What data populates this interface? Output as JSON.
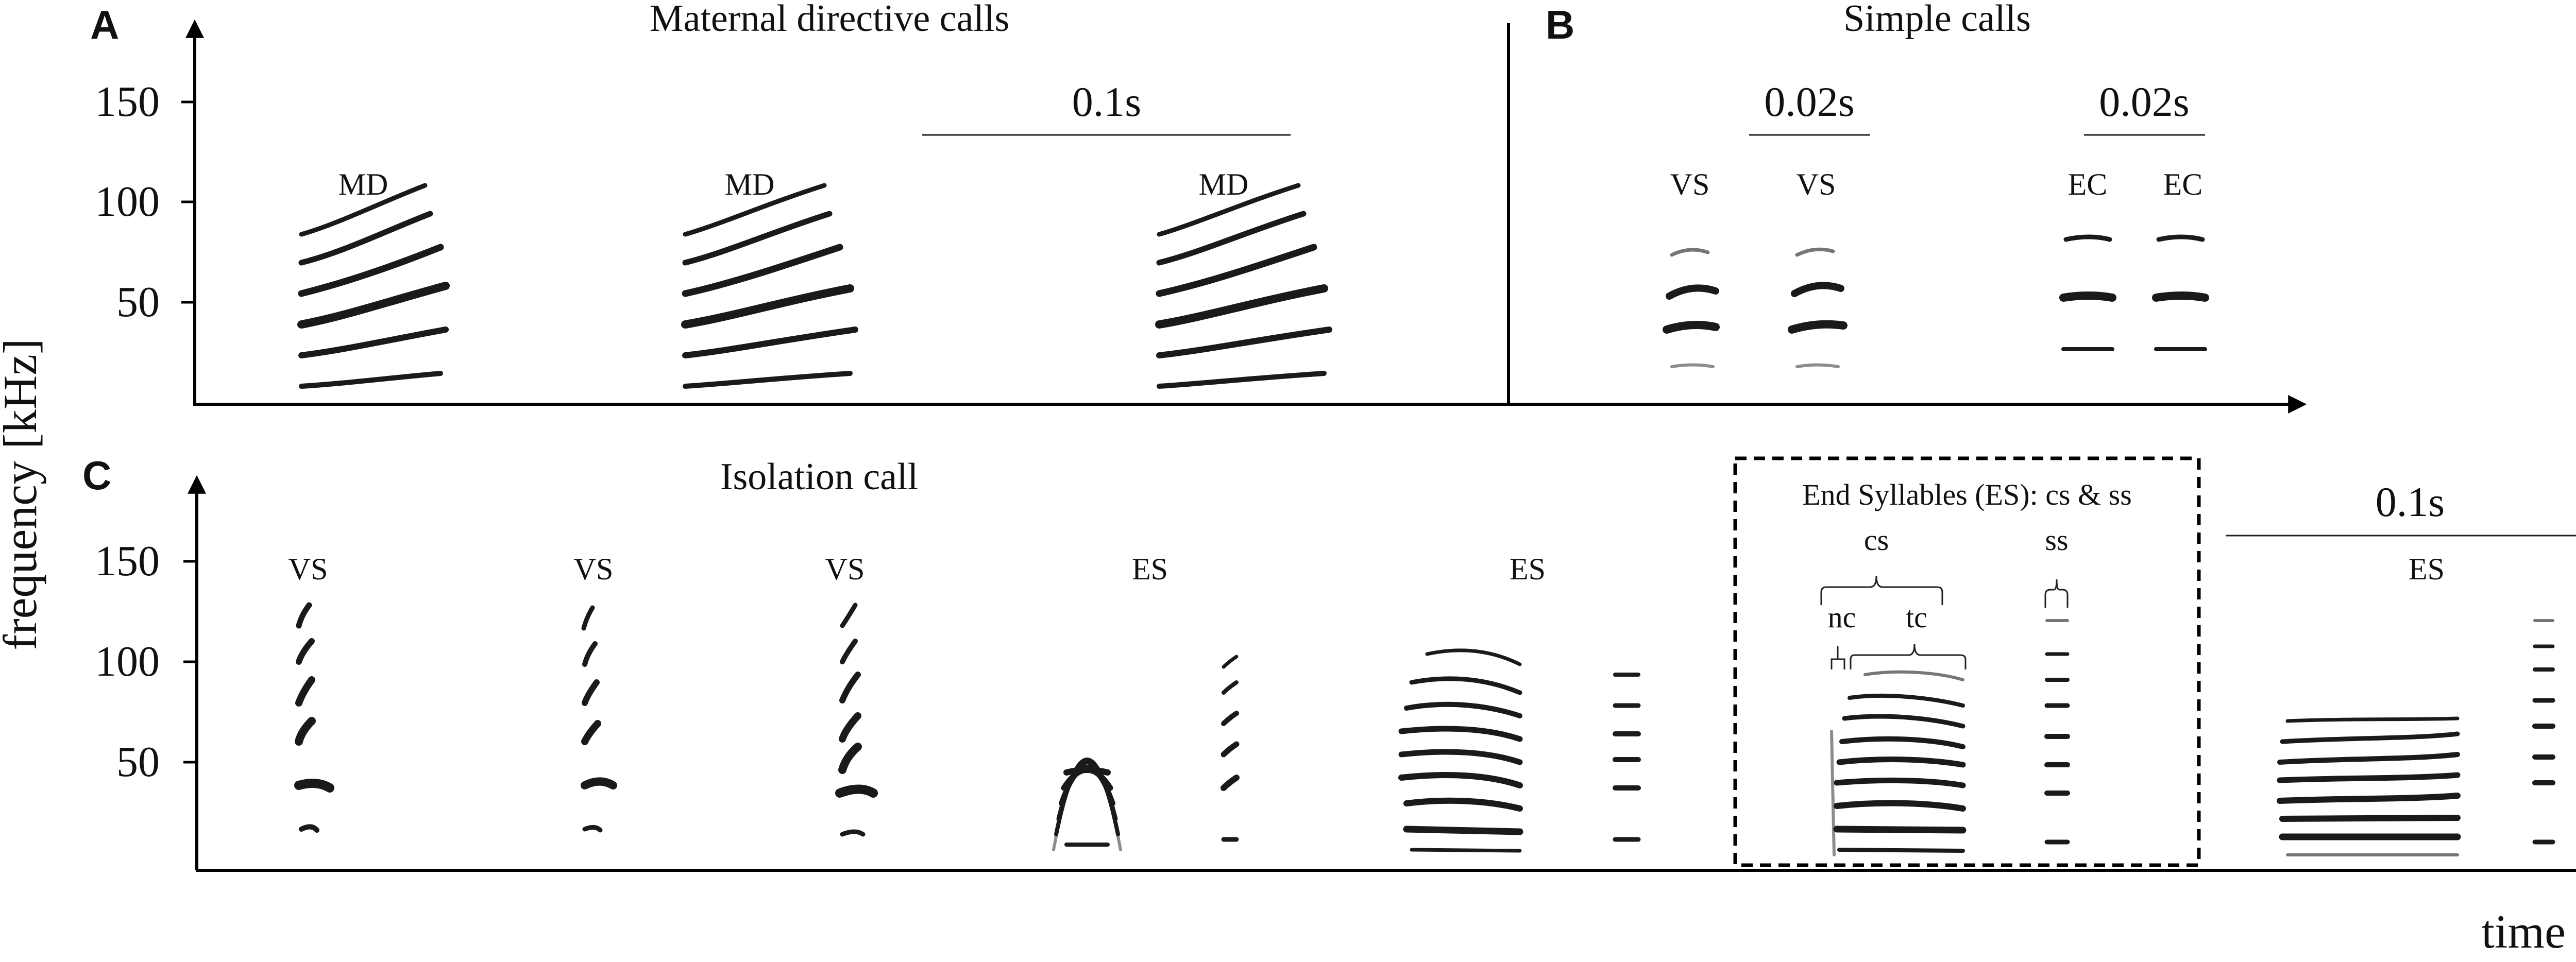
{
  "panels": {
    "A": {
      "letter": "A",
      "title": "Maternal directive calls",
      "scale_bar": "0.1s",
      "calls": [
        "MD",
        "MD",
        "MD"
      ]
    },
    "B": {
      "letter": "B",
      "title": "Simple calls",
      "scale_bars": [
        "0.02s",
        "0.02s"
      ],
      "calls": [
        "VS",
        "VS",
        "EC",
        "EC"
      ]
    },
    "C": {
      "letter": "C",
      "title": "Isolation call",
      "scale_bar": "0.1s",
      "calls": [
        "VS",
        "VS",
        "VS",
        "ES",
        "ES",
        "ES"
      ],
      "inset": {
        "title": "End Syllables (ES): cs & ss",
        "labels": [
          "cs",
          "ss",
          "nc",
          "tc"
        ]
      }
    }
  },
  "axes": {
    "ylabel": "frequency [kHz]",
    "xlabel": "time [s]",
    "yticks": [
      "150",
      "100",
      "50"
    ]
  }
}
